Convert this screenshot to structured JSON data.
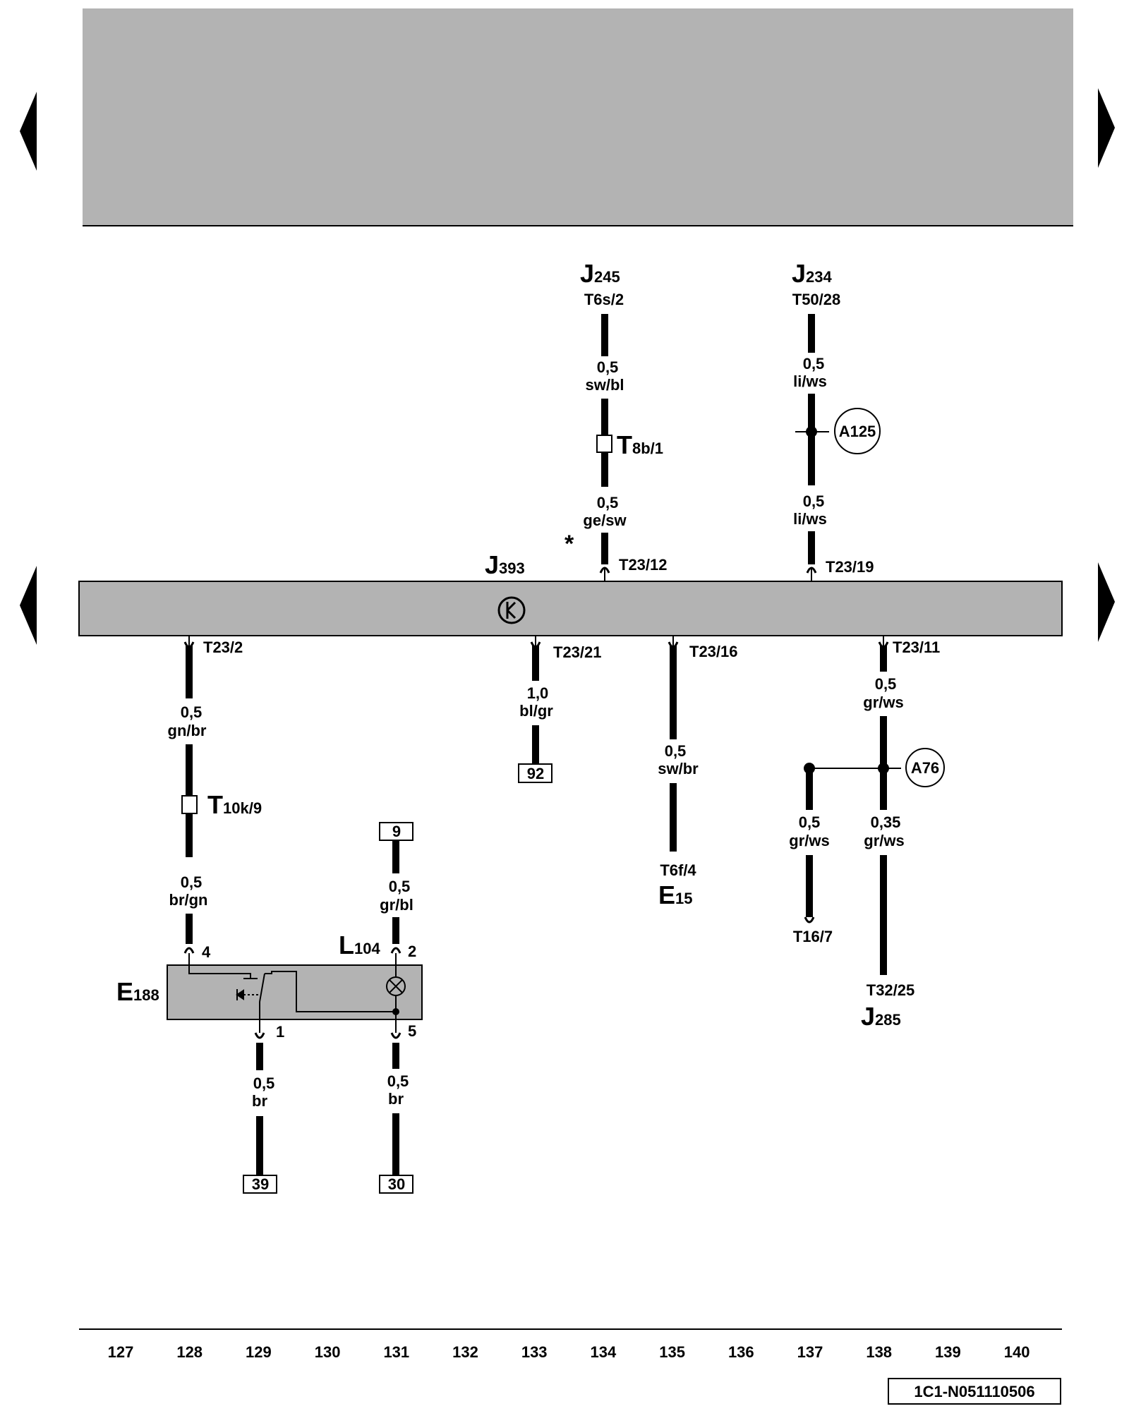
{
  "diagram": {
    "controller": {
      "name": "J",
      "sub": "393"
    },
    "top_sources": [
      {
        "id": "j245",
        "name": "J",
        "sub": "245",
        "pin": "T6s/2"
      },
      {
        "id": "j234",
        "name": "J",
        "sub": "234",
        "pin": "T50/28"
      }
    ],
    "connectors": [
      {
        "id": "t8b",
        "name": "T",
        "sub": "8b/1"
      },
      {
        "id": "t10k",
        "name": "T",
        "sub": "10k/9"
      }
    ],
    "junctions": [
      {
        "id": "a125",
        "label": "A125"
      },
      {
        "id": "a76",
        "label": "A76"
      }
    ],
    "pins": [
      {
        "id": "t23-12",
        "label": "T23/12"
      },
      {
        "id": "t23-19",
        "label": "T23/19"
      },
      {
        "id": "t23-2",
        "label": "T23/2"
      },
      {
        "id": "t23-21",
        "label": "T23/21"
      },
      {
        "id": "t23-16",
        "label": "T23/16"
      },
      {
        "id": "t23-11",
        "label": "T23/11"
      },
      {
        "id": "t6f-4",
        "label": "T6f/4"
      },
      {
        "id": "t16-7",
        "label": "T16/7"
      },
      {
        "id": "t32-25",
        "label": "T32/25"
      },
      {
        "id": "e188-pin4",
        "label": "4"
      },
      {
        "id": "e188-pin2",
        "label": "2"
      },
      {
        "id": "e188-pin1",
        "label": "1"
      },
      {
        "id": "e188-pin5",
        "label": "5"
      }
    ],
    "wires": [
      {
        "id": "w134a",
        "size": "0,5",
        "color": "sw/bl"
      },
      {
        "id": "w134b",
        "size": "0,5",
        "color": "ge/sw"
      },
      {
        "id": "w137a",
        "size": "0,5",
        "color": "li/ws"
      },
      {
        "id": "w137b",
        "size": "0,5",
        "color": "li/ws"
      },
      {
        "id": "w128a",
        "size": "0,5",
        "color": "gn/br"
      },
      {
        "id": "w128b",
        "size": "0,5",
        "color": "br/gn"
      },
      {
        "id": "w133",
        "size": "1,0",
        "color": "bl/gr"
      },
      {
        "id": "w135",
        "size": "0,5",
        "color": "sw/br"
      },
      {
        "id": "w138a",
        "size": "0,5",
        "color": "gr/ws"
      },
      {
        "id": "w137c",
        "size": "0,5",
        "color": "gr/ws"
      },
      {
        "id": "w138b",
        "size": "0,35",
        "color": "gr/ws"
      },
      {
        "id": "w131a",
        "size": "0,5",
        "color": "gr/bl"
      },
      {
        "id": "w129",
        "size": "0,5",
        "color": "br"
      },
      {
        "id": "w131b",
        "size": "0,5",
        "color": "br"
      }
    ],
    "references": [
      {
        "id": "ref92",
        "label": "92"
      },
      {
        "id": "ref9",
        "label": "9"
      },
      {
        "id": "ref39",
        "label": "39"
      },
      {
        "id": "ref30",
        "label": "30"
      }
    ],
    "components": [
      {
        "id": "e15",
        "name": "E",
        "sub": "15"
      },
      {
        "id": "j285",
        "name": "J",
        "sub": "285"
      },
      {
        "id": "e188",
        "name": "E",
        "sub": "188"
      },
      {
        "id": "l104",
        "name": "L",
        "sub": "104"
      }
    ],
    "asterisk": "*",
    "track_numbers": [
      "127",
      "128",
      "129",
      "130",
      "131",
      "132",
      "133",
      "134",
      "135",
      "136",
      "137",
      "138",
      "139",
      "140"
    ],
    "document_id": "1C1-N051110506",
    "colors": {
      "panel": "#b3b3b3",
      "line": "#000000"
    }
  }
}
